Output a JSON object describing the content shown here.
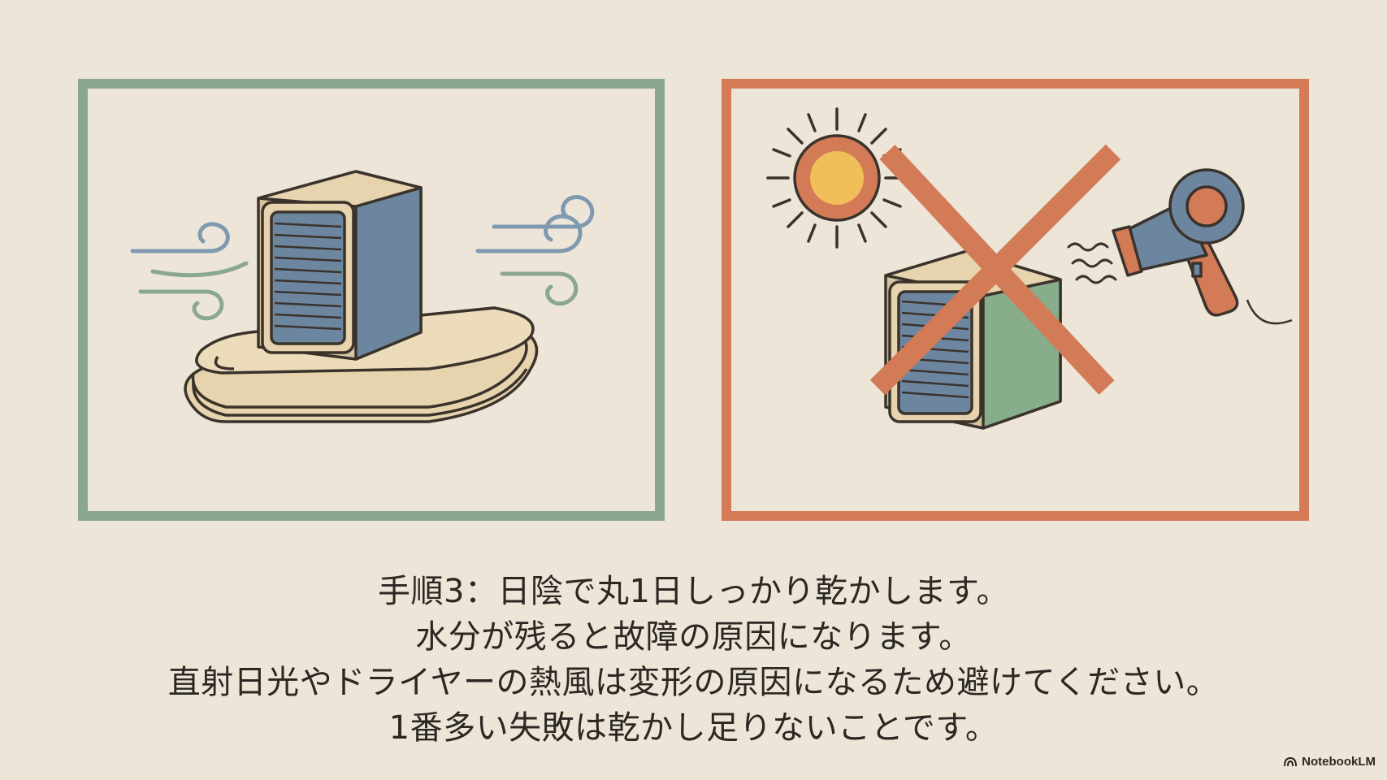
{
  "caption": {
    "line1": "手順3：日陰で丸1日しっかり乾かします。",
    "line2": "水分が残ると故障の原因になります。",
    "line3": "直射日光やドライヤーの熱風は変形の原因になるため避けてください。",
    "line4": "1番多い失敗は乾かし足りないことです。"
  },
  "brand": {
    "name": "NotebookLM"
  },
  "panels": {
    "good": {
      "border_color": "#8aa88d",
      "icons": [
        "wind-icon",
        "air-cooler-icon",
        "folded-towel-icon"
      ]
    },
    "bad": {
      "border_color": "#d37a57",
      "icons": [
        "sun-icon",
        "air-cooler-icon",
        "cross-mark-icon",
        "hair-dryer-icon",
        "hot-air-icon"
      ]
    }
  },
  "colors": {
    "background": "#ede5d8",
    "good_green": "#8aa88d",
    "bad_orange": "#d37a57",
    "cooler_blue": "#6d86a0",
    "beige": "#e7d3ae",
    "sun_yellow": "#f0bf5a"
  }
}
